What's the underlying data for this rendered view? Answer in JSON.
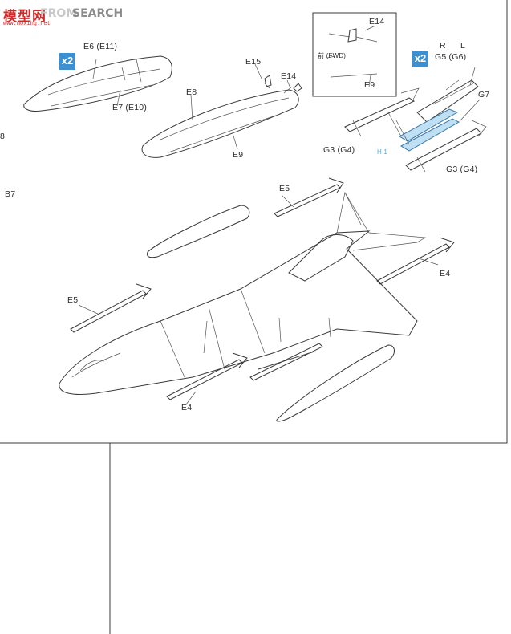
{
  "watermark": {
    "site_cn": "模型网",
    "site_en": "SEARCH",
    "site_prefix": "FROM",
    "url": "www.moxing.net"
  },
  "labels": {
    "e6": "E6 (E11)",
    "e7": "E7 (E10)",
    "e15": "E15",
    "e14_top": "E14",
    "e14_mid": "E14",
    "fwd": "前 (FWD)",
    "e9_box": "E9",
    "e8": "E8",
    "e9": "E9",
    "r": "R",
    "l": "L",
    "g5": "G5 (G6)",
    "g7": "G7",
    "g3_left": "G3 (G4)",
    "h1": "H 1",
    "g3_right": "G3 (G4)",
    "e5_top": "E5",
    "e4_right": "E4",
    "e5_left": "E5",
    "e4_bottom": "E4",
    "edge_8": "8",
    "edge_b7": "B7"
  },
  "badges": {
    "pods_qty": "x2",
    "pylons_qty": "x2"
  },
  "colors": {
    "badge": "#3d8fd0",
    "highlight_part": "#bfdff3",
    "line": "#3a3a3a"
  }
}
